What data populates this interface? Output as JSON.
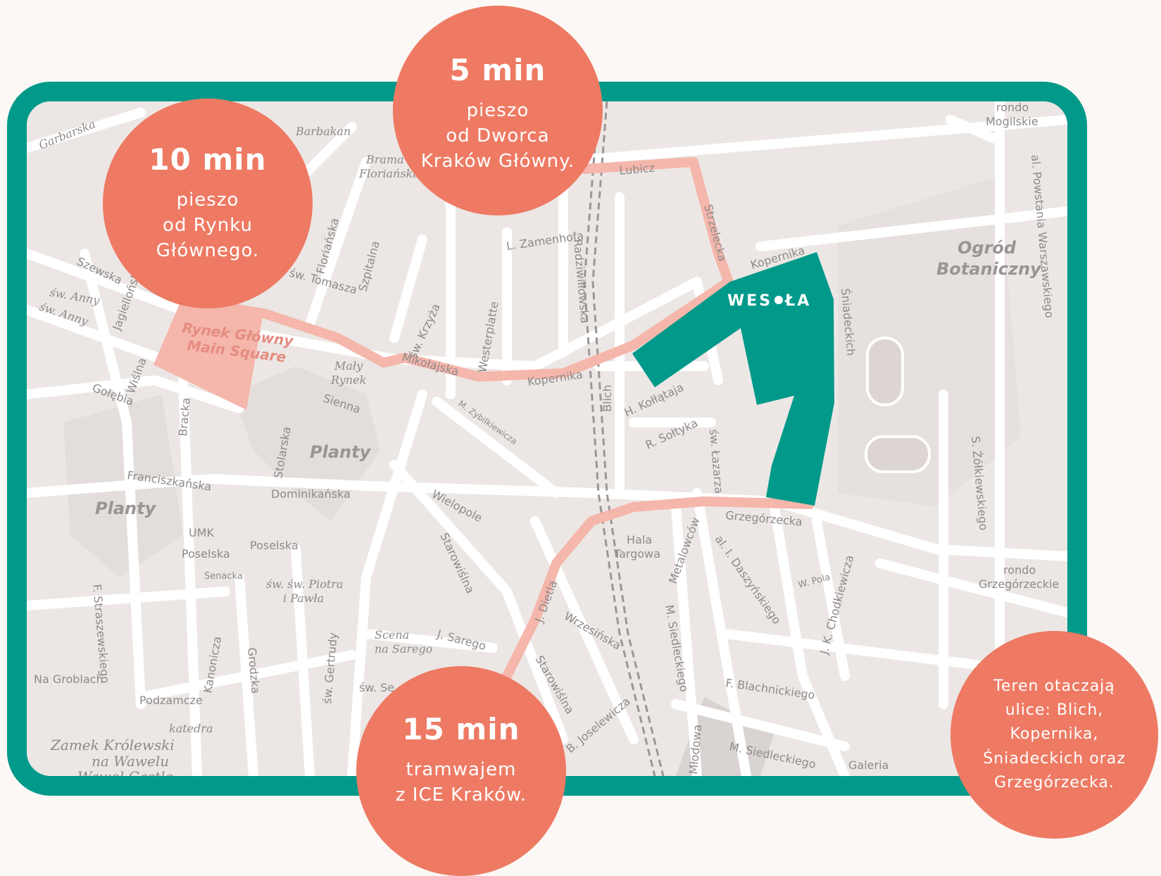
{
  "colors": {
    "accent_teal": "#00998a",
    "bubble_coral": "#ee7a64",
    "route_pink": "#f5b6ab",
    "map_bg": "#ece7e5"
  },
  "brand": {
    "left": "WES",
    "right": "ŁA"
  },
  "bubbles": {
    "rynek": {
      "time": "10 min",
      "desc": "pieszo\nod Rynku\nGłównego."
    },
    "dworzec": {
      "time": "5 min",
      "desc": "pieszo\nod Dworca\nKraków Główny."
    },
    "ice": {
      "time": "15 min",
      "desc": "tramwajem\nz ICE Kraków."
    },
    "info": {
      "desc": "Teren otaczają\nulice: Blich,\nKopernika,\nŚniadeckich oraz\nGrzegórzecka."
    }
  },
  "map_labels": {
    "garbarska": "Garbarska",
    "barbakan": "Barbakan",
    "brama1": "Brama",
    "brama2": "Floriańska",
    "lubicz": "Lubicz",
    "rondo_mog1": "rondo",
    "rondo_mog2": "Mogilskie",
    "powstania": "al. Powstania Warszawskiego",
    "ogrod1": "Ogród",
    "ogrod2": "Botaniczny",
    "zamenhofa": "L. Zamenhofa",
    "sniadeckich": "Śniadeckich",
    "strzelecka": "Strzelecka",
    "kopernika_top": "Kopernika",
    "szewska": "Szewska",
    "sw_anny1": "św. Anny",
    "sw_anny2": "św. Anny",
    "jagiellonska": "Jagiellońska",
    "floranska": "Floriańska",
    "sw_tomasza": "św. Tomasza",
    "szpitalna": "Szpitalna",
    "rynek1": "Rynek Główny",
    "rynek2": "Main Square",
    "radziwillowska": "Radziwiłłowska",
    "mikolajska": "Mikołajska",
    "maly1": "Mały",
    "maly2": "Rynek",
    "sw_krzyza": "św. Krzyża",
    "westerplatte": "Westerplatte",
    "kopernika_mid": "Kopernika",
    "golebia": "Gołębia",
    "wislna": "Wiślna",
    "sienna": "Sienna",
    "zybilkiewicza": "M. Zybilkiewicza",
    "kollataja": "H. Kołłątaja",
    "soltyka": "R. Sołtyka",
    "blich": "Blich",
    "sw_lazarza": "św. Łazarza",
    "zolkiewskiego": "S. Żółkiewskiego",
    "bracka": "Bracka",
    "stolarska": "Stolarska",
    "planty1": "Planty",
    "franciszkanska": "Franciszkańska",
    "dominikanska": "Dominikańska",
    "wielopole": "Wielopole",
    "planty2": "Planty",
    "umk": "UMK",
    "poselska1": "Poselska",
    "poselska2": "Poselska",
    "grzegorzecka": "Grzegórzecka",
    "hala1": "Hala",
    "hala2": "Targowa",
    "metalowcow": "Metalowców",
    "daszynskiego": "al. I. Daszyńskiego",
    "starowislna1": "Starowiślna",
    "dietla": "J. Dietla",
    "senacka": "Senacka",
    "piotra1": "św. św. Piotra",
    "piotra2": "i Pawła",
    "rondo_grz1": "rondo",
    "rondo_grz2": "Grzegórzeckie",
    "pola": "W. Pola",
    "chodkiewicza": "J. K. Chodkiewicza",
    "staszewskiego": "F. Straszewskiego",
    "siedleckiego1": "M. Siedleckiego",
    "wrzesinska": "Wrzesińska",
    "scena1": "Scena",
    "scena2": "na Sarego",
    "sarego": "J. Sarego",
    "na_groblach": "Na Groblach",
    "kanonicza": "Kanonicza",
    "grodzka": "Grodzka",
    "gertrudy": "św. Gertrudy",
    "starowislna2": "Starowiślna",
    "blachnickiego": "F. Blachnickiego",
    "podzamcze": "Podzamcze",
    "sw_seb": "św. Se",
    "katedra": "katedra",
    "zamek1": "Zamek Królewski",
    "zamek2": "na Wawelu",
    "zamek3": "Wawel Castle",
    "joselewicza": "B. Joselewicza",
    "siedleckiego2": "M. Siedleckiego",
    "mlodowa": "Młodowa",
    "galeria": "Galeria"
  }
}
